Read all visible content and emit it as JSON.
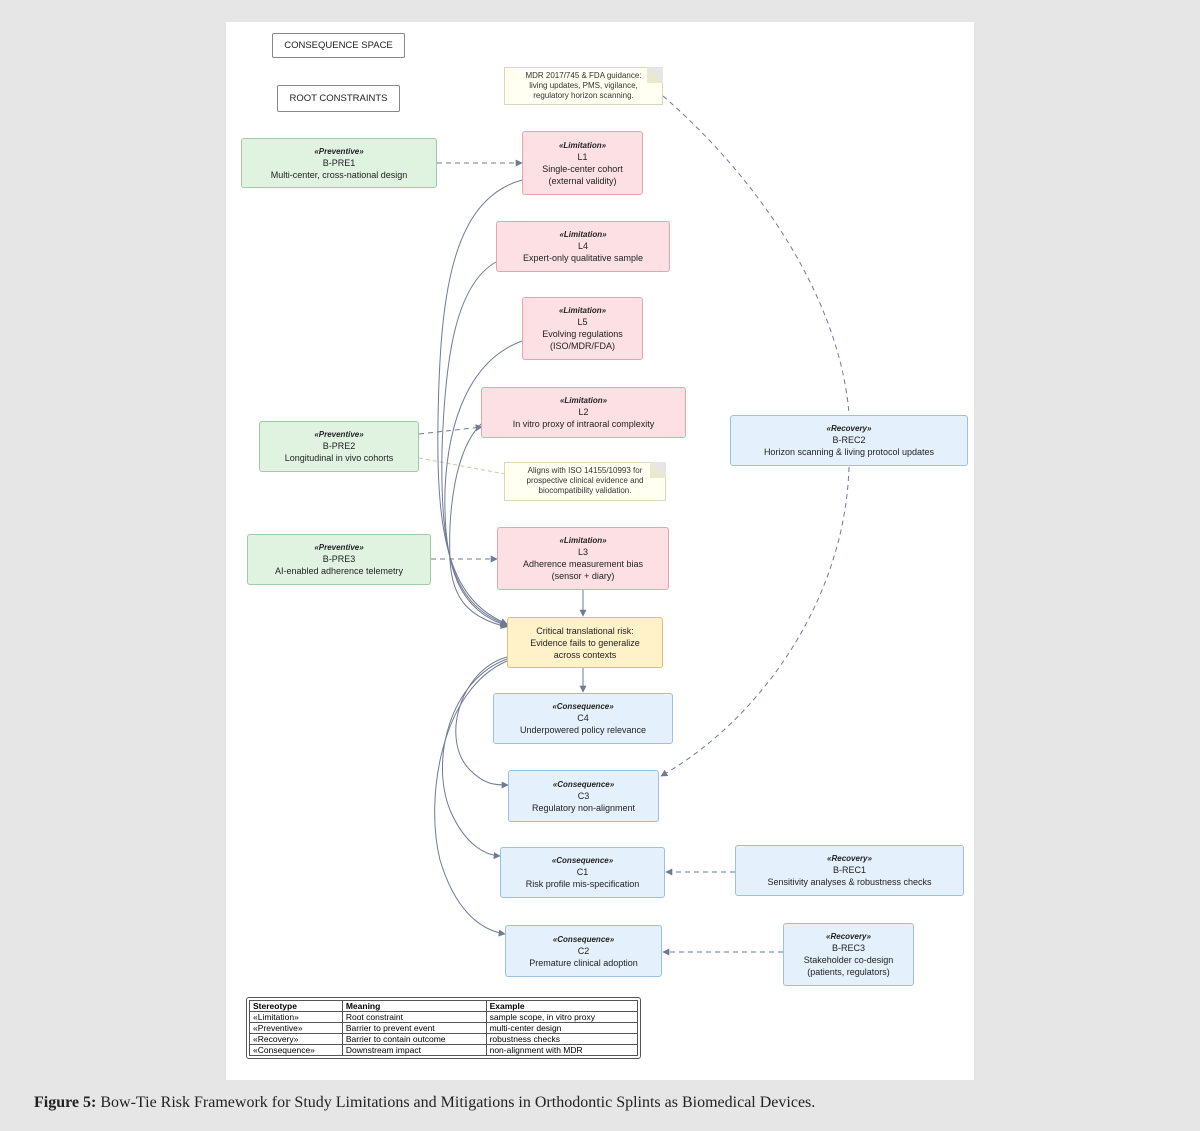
{
  "header_labels": {
    "consequence_space": "CONSEQUENCE SPACE",
    "root_constraints": "ROOT CONSTRAINTS"
  },
  "notes": {
    "mdr": "MDR 2017/745 & FDA guidance:\nliving updates, PMS, vigilance,\nregulatory horizon scanning.",
    "iso": "Aligns with ISO 14155/10993 for\nprospective clinical evidence and\nbiocompatibility validation."
  },
  "limitations": {
    "L1": {
      "stereotype": "«Limitation»",
      "code": "L1",
      "desc": "Single-center cohort\n(external validity)"
    },
    "L4": {
      "stereotype": "«Limitation»",
      "code": "L4",
      "desc": "Expert-only qualitative sample"
    },
    "L5": {
      "stereotype": "«Limitation»",
      "code": "L5",
      "desc": "Evolving regulations\n(ISO/MDR/FDA)"
    },
    "L2": {
      "stereotype": "«Limitation»",
      "code": "L2",
      "desc": "In vitro proxy of intraoral complexity"
    },
    "L3": {
      "stereotype": "«Limitation»",
      "code": "L3",
      "desc": "Adherence measurement bias\n(sensor + diary)"
    }
  },
  "preventive": {
    "PRE1": {
      "stereotype": "«Preventive»",
      "code": "B-PRE1",
      "desc": "Multi-center, cross-national design"
    },
    "PRE2": {
      "stereotype": "«Preventive»",
      "code": "B-PRE2",
      "desc": "Longitudinal in vivo cohorts"
    },
    "PRE3": {
      "stereotype": "«Preventive»",
      "code": "B-PRE3",
      "desc": "AI-enabled adherence telemetry"
    }
  },
  "critical": {
    "desc": "Critical translational risk:\nEvidence fails to generalize\nacross contexts"
  },
  "consequences": {
    "C4": {
      "stereotype": "«Consequence»",
      "code": "C4",
      "desc": "Underpowered policy relevance"
    },
    "C3": {
      "stereotype": "«Consequence»",
      "code": "C3",
      "desc": "Regulatory non-alignment"
    },
    "C1": {
      "stereotype": "«Consequence»",
      "code": "C1",
      "desc": "Risk profile mis-specification"
    },
    "C2": {
      "stereotype": "«Consequence»",
      "code": "C2",
      "desc": "Premature clinical adoption"
    }
  },
  "recovery": {
    "REC2": {
      "stereotype": "«Recovery»",
      "code": "B-REC2",
      "desc": "Horizon scanning & living protocol updates"
    },
    "REC1": {
      "stereotype": "«Recovery»",
      "code": "B-REC1",
      "desc": "Sensitivity analyses & robustness checks"
    },
    "REC3": {
      "stereotype": "«Recovery»",
      "code": "B-REC3",
      "desc": "Stakeholder co-design\n(patients, regulators)"
    }
  },
  "legend": {
    "headers": [
      "Stereotype",
      "Meaning",
      "Example"
    ],
    "rows": [
      [
        "«Limitation»",
        "Root constraint",
        "sample scope, in vitro proxy"
      ],
      [
        "«Preventive»",
        "Barrier to prevent event",
        "multi-center design"
      ],
      [
        "«Recovery»",
        "Barrier to contain outcome",
        "robustness checks"
      ],
      [
        "«Consequence»",
        "Downstream impact",
        "non-alignment with MDR"
      ]
    ]
  },
  "caption": {
    "label": "Figure 5:",
    "text": " Bow-Tie Risk Framework for Study Limitations and Mitigations in Orthodontic Splints as Biomedical Devices."
  },
  "colors": {
    "limitation_fill": "#fde0e3",
    "preventive_fill": "#e0f3e1",
    "recovery_fill": "#e4f0fb",
    "critical_fill": "#fff2c9",
    "edge": "#6f7a95"
  }
}
